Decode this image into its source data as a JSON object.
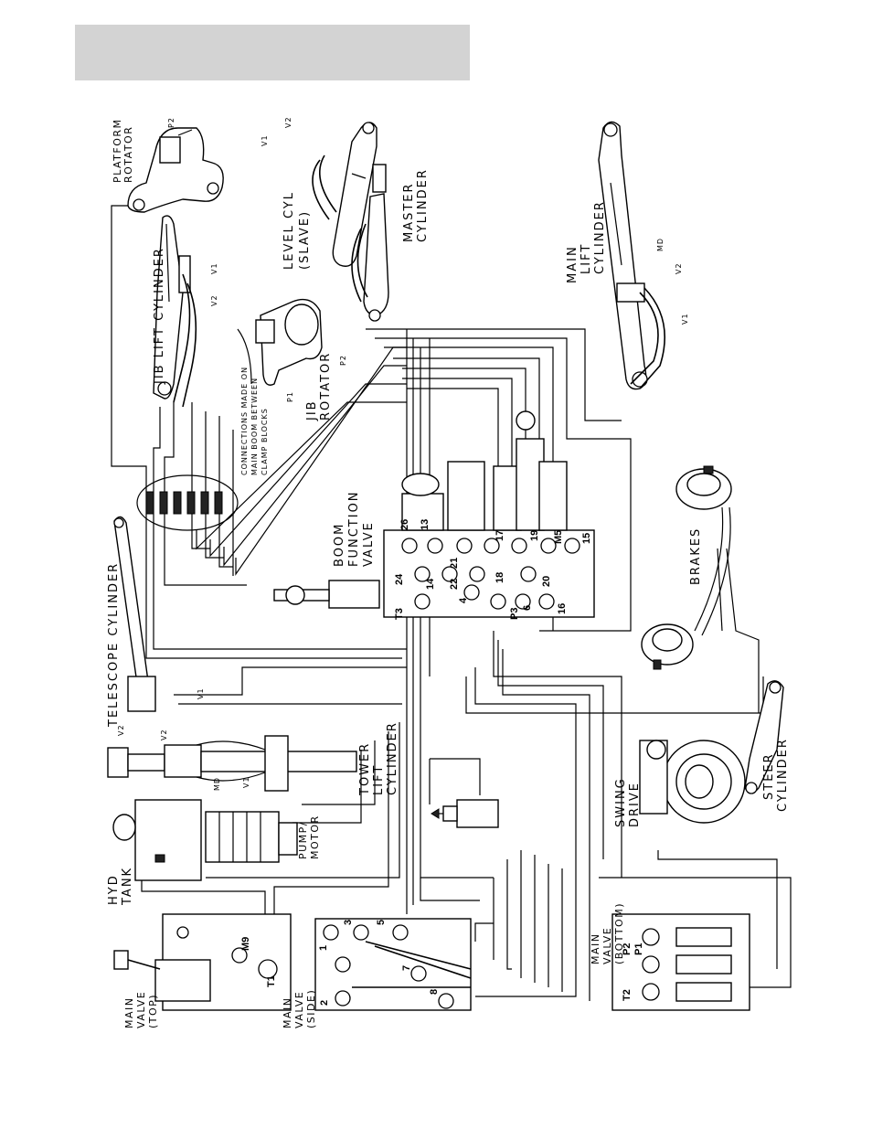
{
  "labels": {
    "platform_rotator": [
      "PLATFORM",
      "ROTATOR"
    ],
    "p2_platform": "P2",
    "jib_lift_cylinder": "JIB LIFT CYLINDER",
    "jib_v1": "V1",
    "jib_v2": "V2",
    "connections_note": [
      "CONNECTIONS MADE ON",
      "MAIN BOOM BETWEEN",
      "CLAMP BLOCKS"
    ],
    "jib_rotator": [
      "JIB",
      "ROTATOR"
    ],
    "p1_jib": "P1",
    "p2_jib": "P2",
    "level_cyl": [
      "LEVEL CYL",
      "(SLAVE)"
    ],
    "level_v1": "V1",
    "level_v2": "V2",
    "master_cylinder": [
      "MASTER",
      "CYLINDER"
    ],
    "main_lift_cylinder": [
      "MAIN",
      "LIFT",
      "CYLINDER"
    ],
    "main_lift_md": "MD",
    "main_lift_v2": "V2",
    "main_lift_v1": "V1",
    "telescope_cylinder": "TELESCOPE CYLINDER",
    "telescope_v1": "V1",
    "telescope_v2": "V2",
    "boom_function_valve": [
      "BOOM",
      "FUNCTION",
      "VALVE"
    ],
    "brakes": "BRAKES",
    "tower_lift_cylinder": [
      "TOWER",
      "LIFT",
      "CYLINDER"
    ],
    "tower_v2": "V2",
    "tower_md": "MD",
    "tower_v1": "V1",
    "hyd_tank": [
      "HYD",
      "TANK"
    ],
    "pump_motor": [
      "PUMP/",
      "MOTOR"
    ],
    "swing_drive": [
      "SWING",
      "DRIVE"
    ],
    "steer_cylinder": [
      "STEER",
      "CYLINDER"
    ],
    "main_valve_top": [
      "MAIN",
      "VALVE",
      "(TOP)"
    ],
    "main_valve_side": [
      "MAIN",
      "VALVE",
      "(SIDE)"
    ],
    "main_valve_bottom": [
      "MAIN",
      "VALVE",
      "(BOTTOM)"
    ]
  },
  "port_numbers": {
    "boom_valve": [
      "26",
      "13",
      "17",
      "19",
      "15",
      "M5",
      "21",
      "24",
      "14",
      "22",
      "4",
      "18",
      "20",
      "6",
      "16",
      "T3",
      "P3"
    ],
    "main_valve_top": [
      "M9",
      "T1"
    ],
    "main_valve_side": [
      "1",
      "3",
      "5",
      "7",
      "8",
      "2"
    ],
    "main_valve_bottom": [
      "P1",
      "P2",
      "T2"
    ]
  }
}
